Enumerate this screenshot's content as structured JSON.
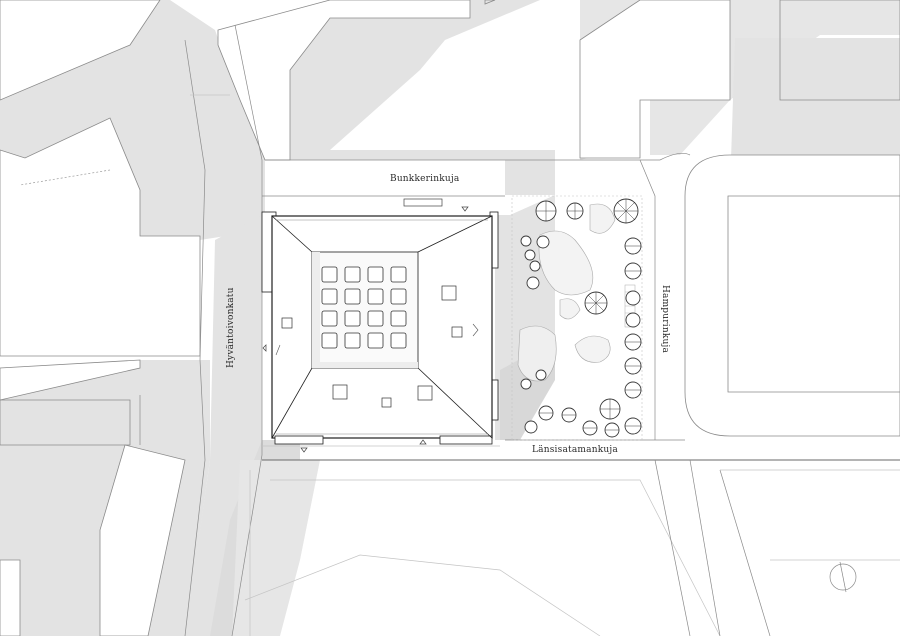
{
  "map": {
    "streets": {
      "north": "Bunkkerinkuja",
      "west": "Hyväntoivonkatu",
      "east": "Hampurinkuja",
      "south": "Länsisatamankuja"
    },
    "colors": {
      "background": "#ffffff",
      "shadow": "#e3e3e3",
      "line": "#8a8a8a",
      "line_light": "#c4c4c4",
      "building_line": "#1e1e1e",
      "tree": "#3a3a3a"
    }
  }
}
